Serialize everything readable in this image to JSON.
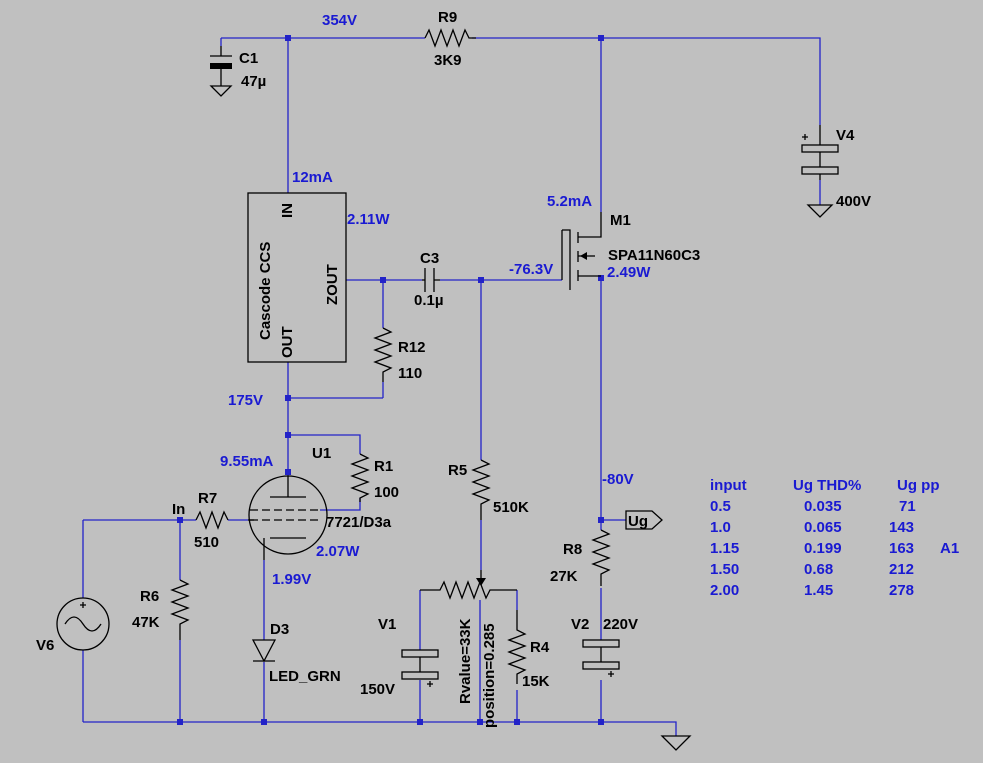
{
  "components": {
    "c1": {
      "name": "C1",
      "value": "47µ"
    },
    "r9": {
      "name": "R9",
      "value": "3K9"
    },
    "v4": {
      "name": "V4",
      "value": "400V"
    },
    "ccs": {
      "name": "Cascode CCS",
      "pin_in": "IN",
      "pin_out": "OUT",
      "pin_zout": "ZOUT"
    },
    "c3": {
      "name": "C3",
      "value": "0.1µ"
    },
    "r12": {
      "name": "R12",
      "value": "110"
    },
    "m1": {
      "name": "M1",
      "value": "SPA11N60C3"
    },
    "u1": {
      "name": "U1",
      "value": "7721/D3a"
    },
    "r1": {
      "name": "R1",
      "value": "100"
    },
    "r7": {
      "name": "R7",
      "value": "510"
    },
    "r6": {
      "name": "R6",
      "value": "47K"
    },
    "v6": {
      "name": "V6"
    },
    "d3": {
      "name": "D3",
      "value": "LED_GRN"
    },
    "r5": {
      "name": "R5",
      "value": "510K"
    },
    "pot": {
      "rvalue": "Rvalue=33K",
      "position": "position=0.285"
    },
    "v1": {
      "name": "V1",
      "value": "150V"
    },
    "r4": {
      "name": "R4",
      "value": "15K"
    },
    "r8": {
      "name": "R8",
      "value": "27K"
    },
    "v2": {
      "name": "V2",
      "value": "220V"
    }
  },
  "nets": {
    "in": "In",
    "ug": "Ug"
  },
  "annotations": {
    "v354": "354V",
    "ma12": "12mA",
    "w211": "2.11W",
    "ma52": "5.2mA",
    "vm763": "-76.3V",
    "w249": "2.49W",
    "v175": "175V",
    "ma955": "9.55mA",
    "w207": "2.07W",
    "v199": "1.99V",
    "vm80": "-80V"
  },
  "table": {
    "headers": [
      "input",
      "Ug THD%",
      "Ug pp"
    ],
    "rows": [
      {
        "input": "0.5",
        "thd": "0.035",
        "pp": "71",
        "note": ""
      },
      {
        "input": "1.0",
        "thd": "0.065",
        "pp": "143",
        "note": ""
      },
      {
        "input": "1.15",
        "thd": "0.199",
        "pp": "163",
        "note": "A1"
      },
      {
        "input": "1.50",
        "thd": "0.68",
        "pp": "212",
        "note": ""
      },
      {
        "input": "2.00",
        "thd": "1.45",
        "pp": "278",
        "note": ""
      }
    ]
  },
  "colors": {
    "background": "#c0c0c0",
    "wire": "#2323c8",
    "annotation": "#1a1ad2",
    "component": "#000000"
  }
}
